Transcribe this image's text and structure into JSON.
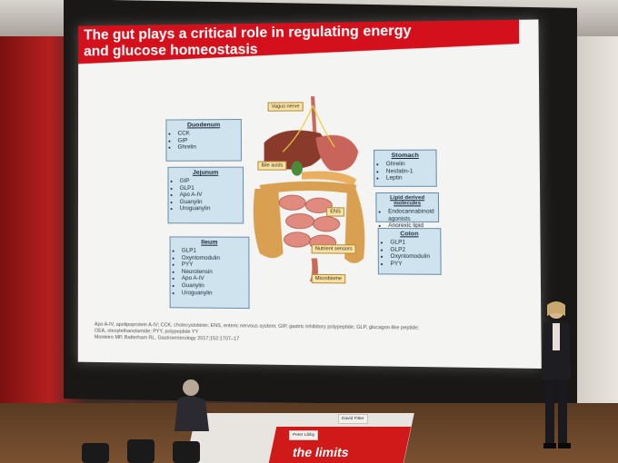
{
  "slide": {
    "title_line1": "The gut plays a critical role in regulating energy",
    "title_line2": "and glucose homeostasis",
    "left_boxes": [
      {
        "heading": "Duodenum",
        "items": [
          "CCK",
          "GIP",
          "Ghrelin"
        ]
      },
      {
        "heading": "Jejunum",
        "items": [
          "GIP",
          "GLP1",
          "Apo A-IV",
          "Guanylin",
          "Uroguanylin"
        ]
      },
      {
        "heading": "Ileum",
        "items": [
          "GLP1",
          "Oxyntomodulin",
          "PYY",
          "Neurotensin",
          "Apo A-IV",
          "Guanylin",
          "Uroguanylin"
        ]
      }
    ],
    "right_boxes": [
      {
        "heading": "Stomach",
        "items": [
          "Ghrelin",
          "Nesfatin-1",
          "Leptin"
        ]
      },
      {
        "heading": "Lipid derived molecules",
        "items": [
          "Endocannabinoid agonists",
          "Anorexic lipid OEA"
        ]
      },
      {
        "heading": "Colon",
        "items": [
          "GLP1",
          "GLP2",
          "Oxyntomodulin",
          "PYY"
        ]
      }
    ],
    "tags": {
      "vagus": "Vagus nerve",
      "bile": "Bile acids",
      "ens": "ENS",
      "nutrient": "Nutrient sensors",
      "microbiome": "Microbiome"
    },
    "footnote": [
      "Apo A-IV, apolipoprotein A-IV; CCK, cholecystokinin; ENS, enteric nervous system; GIP, gastric inhibitory polypeptide; GLP, glucagon-like peptide;",
      "OEA, oleoylethanolamide; PYY, polypeptide YY",
      "Monteiro MP, Batterham RL. Gastroenterology 2017;152:1707–17"
    ]
  },
  "room": {
    "nameplate_left": "Peter Libby",
    "nameplate_right": "David Fitter",
    "banner_text": "the limits"
  },
  "colors": {
    "title_red": "#d4101c",
    "box_blue": "#cfe3ef",
    "tag_yellow": "#f7e3a8"
  }
}
